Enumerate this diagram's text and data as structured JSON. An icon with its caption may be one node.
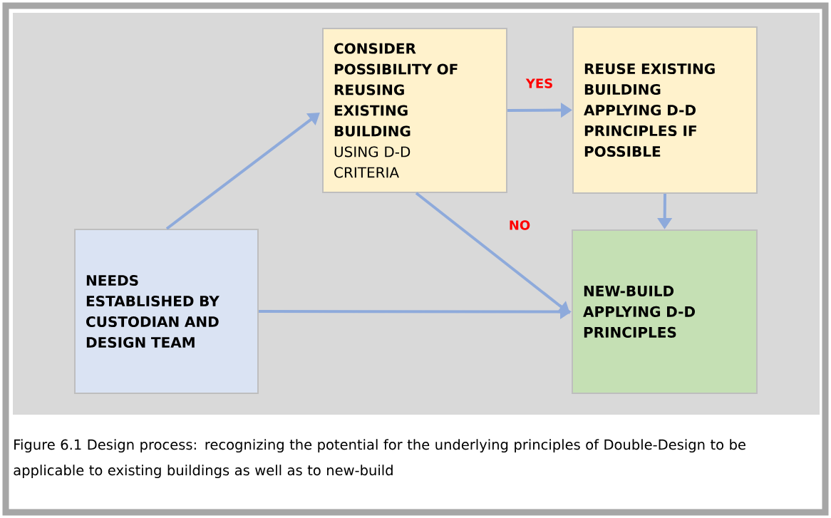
{
  "diagram": {
    "caption": "Figure 6.1 Design process: recognizing the potential for the underlying principles of Double-Design to be applicable to existing buildings as well as to new-build",
    "nodes": [
      {
        "text": [
          "NEEDS ESTABLISHED BY CUSTODIAN AND DESIGN TEAM"
        ]
      },
      {
        "text": [
          "CONSIDER POSSIBILITY OF REUSING EXISTING BUILDING",
          "USING D-D CRITERIA"
        ]
      },
      {
        "text": [
          "REUSE EXISTING BUILDING APPLYING D-D PRINCIPLES IF POSSIBLE"
        ]
      },
      {
        "text": [
          "NEW-BUILD APPLYING D-D PRINCIPLES"
        ]
      }
    ],
    "edges": [
      {
        "from": 0,
        "to": 1,
        "arrow": "to"
      },
      {
        "from": 1,
        "to": 2,
        "arrow": "to",
        "label": "YES"
      },
      {
        "from": 1,
        "to": 3,
        "arrow": "to",
        "label": "NO"
      },
      {
        "from": 2,
        "to": 3,
        "arrow": "to"
      },
      {
        "from": 0,
        "to": 3,
        "arrow": "to"
      }
    ]
  }
}
